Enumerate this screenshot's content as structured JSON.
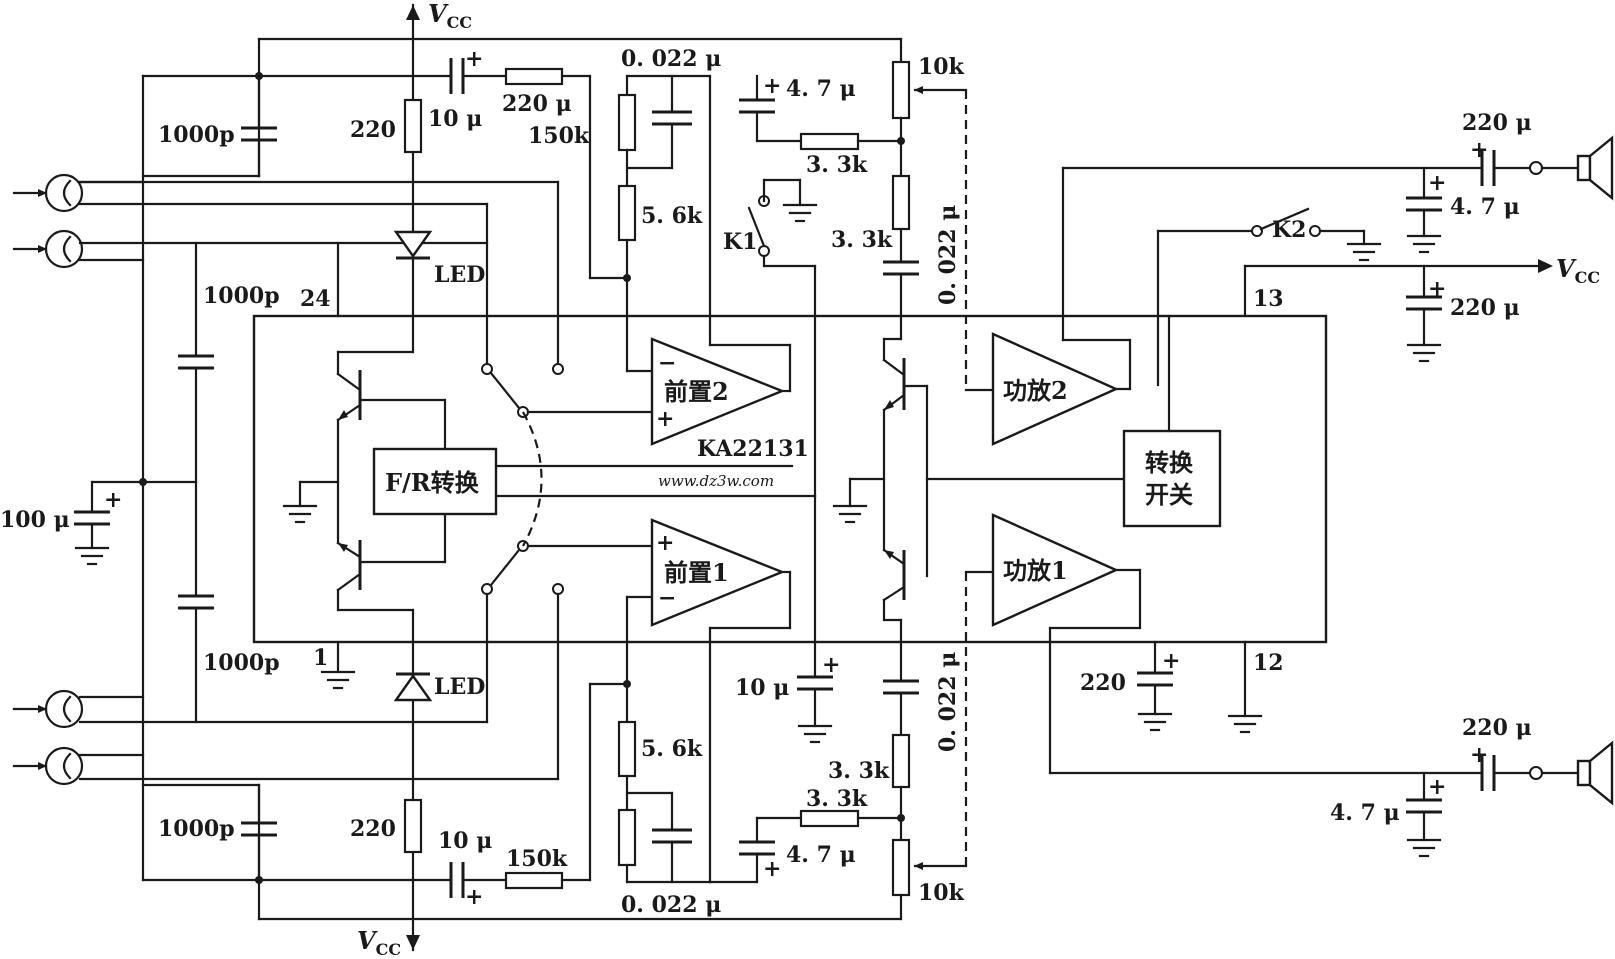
{
  "labels": {
    "vcc_main": "V",
    "vcc_sub": "CC",
    "c_1000p": "1000p",
    "c_10u": "10 μ",
    "c_220u": "220 μ",
    "c_0022u": "0. 022 μ",
    "c_47u": "4. 7 μ",
    "c_100u": "100 μ",
    "c_220": "220",
    "r_220": "220",
    "r_150k": "150k",
    "r_56k": "5. 6k",
    "r_33k": "3. 3k",
    "r_10k": "10k",
    "led": "LED",
    "k1": "K1",
    "k2": "K2",
    "pin_24": "24",
    "pin_13": "13",
    "pin_12": "12",
    "pin_1": "1",
    "ic_name": "KA22131",
    "fr_switch": "F/R转换",
    "pre1": "前置1",
    "pre2": "前置2",
    "amp1": "功放1",
    "amp2": "功放2",
    "switch_line1": "转换",
    "switch_line2": "开关",
    "watermark": "www.dz3w.com",
    "plus": "+",
    "minus": "−"
  }
}
